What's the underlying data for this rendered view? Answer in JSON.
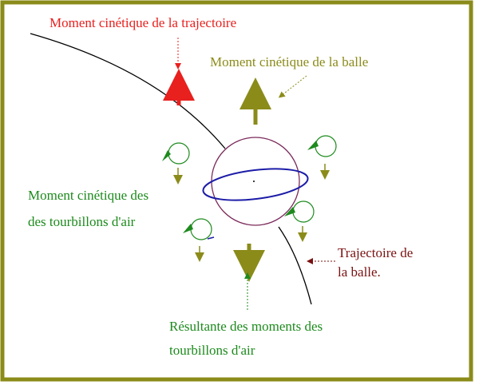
{
  "labels": {
    "trajectory_angular_momentum": "Moment cinétique de la trajectoire",
    "ball_angular_momentum": "Moment cinétique de la balle",
    "vortex_momentum_line1": "Moment cinétique des",
    "vortex_momentum_line2": "des tourbillons d'air",
    "ball_trajectory_line1": "Trajectoire de",
    "ball_trajectory_line2": "la balle.",
    "resultant_line1": "Résultante des moments des",
    "resultant_line2": "tourbillons d'air"
  },
  "colors": {
    "frame": "#8b8b1a",
    "red": "#e8201e",
    "olive": "#8b8b1a",
    "green": "#1d8a1d",
    "dark_red": "#7a1010",
    "purple": "#7b2a5a",
    "blue": "#1c1ca8",
    "black": "#000000"
  }
}
